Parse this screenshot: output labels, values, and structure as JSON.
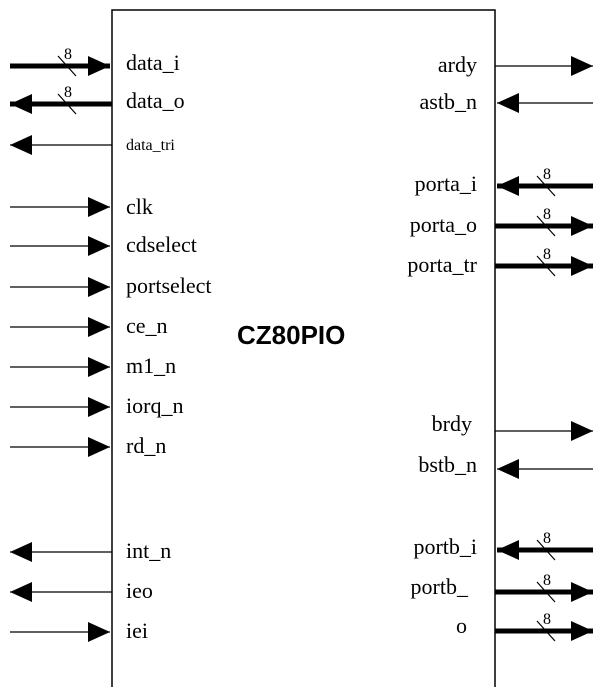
{
  "block": {
    "name": "CZ80PIO",
    "color": "#000000",
    "background": "#ffffff"
  },
  "left_pins": {
    "data_i": "data_i",
    "data_o": "data_o",
    "data_tri": "data_tri",
    "clk": "clk",
    "cdselect": "cdselect",
    "portselect": "portselect",
    "ce_n": "ce_n",
    "m1_n": "m1_n",
    "iorq_n": "iorq_n",
    "rd_n": "rd_n",
    "int_n": "int_n",
    "ieo": "ieo",
    "iei": "iei"
  },
  "right_pins": {
    "ardy": "ardy",
    "astb_n": "astb_n",
    "porta_i": "porta_i",
    "porta_o": "porta_o",
    "porta_tr": "porta_tr",
    "brdy": "brdy",
    "bstb_n": "bstb_n",
    "portb_i": "portb_i",
    "portb_o_line1": "portb_",
    "portb_o_line2": "o"
  },
  "bus_widths": {
    "data_i": "8",
    "data_o": "8",
    "porta_i": "8",
    "porta_o": "8",
    "porta_tr": "8",
    "portb_i": "8",
    "portb_o": "8",
    "portb_tr": "8"
  }
}
